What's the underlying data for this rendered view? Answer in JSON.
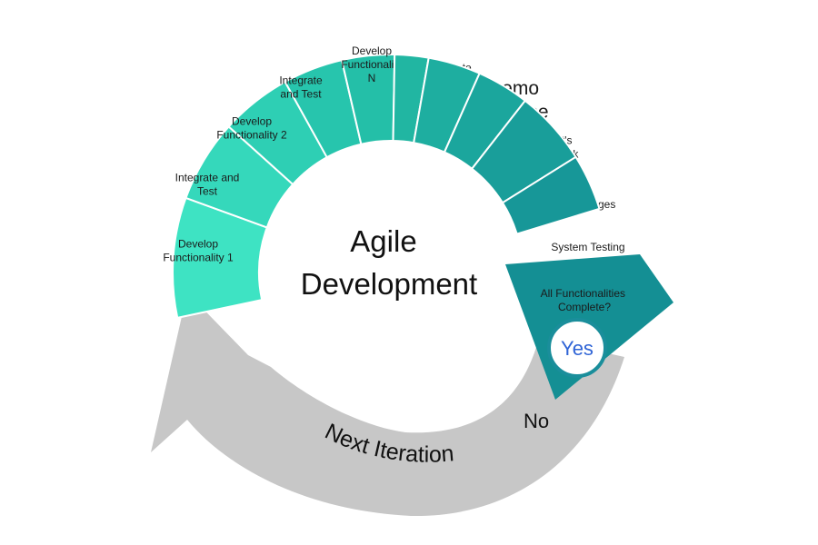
{
  "center": {
    "line1": "Agile",
    "line2": "Development"
  },
  "steps": [
    {
      "lines": [
        "Develop",
        "Functionality 1"
      ],
      "color": "#3ee3c3"
    },
    {
      "lines": [
        "Integrate and",
        "Test"
      ],
      "color": "#35d8bb"
    },
    {
      "lines": [
        "Develop",
        "Functionality 2"
      ],
      "color": "#2ecfb4"
    },
    {
      "lines": [
        "Integrate",
        "and Test"
      ],
      "color": "#27c5ad"
    },
    {
      "lines": [
        "Develop",
        "Functionality",
        "N"
      ],
      "color": "#24bfa8"
    },
    {
      "lines": [
        "Integrate",
        "and Test"
      ],
      "color": "#21b6a2"
    },
    {
      "lines": [
        "Demo",
        "Release"
      ],
      "color": "#1eaea0"
    },
    {
      "lines": [
        "Client's",
        "Feedback"
      ],
      "color": "#1ba69d"
    },
    {
      "lines": [
        "Make Changes"
      ],
      "color": "#199e9a"
    },
    {
      "lines": [
        "System Testing"
      ],
      "color": "#179798"
    },
    {
      "lines": [
        "All Functionalities",
        "Complete?"
      ],
      "color": "#148f94"
    }
  ],
  "decision": {
    "yes": "Yes",
    "no": "No"
  },
  "loop": {
    "label": "Next Iteration",
    "color": "#c7c7c7"
  },
  "colors": {
    "yes_text": "#2f64d6",
    "yes_ring": "#1a8e9b"
  }
}
